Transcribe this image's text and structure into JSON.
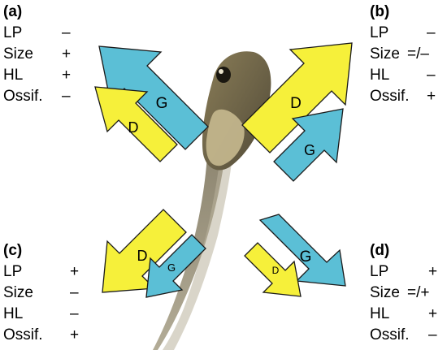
{
  "panels": {
    "a": {
      "label": "(a)",
      "rows": [
        {
          "var": "LP",
          "sign": "–"
        },
        {
          "var": "Size",
          "sign": "+"
        },
        {
          "var": "HL",
          "sign": "+"
        },
        {
          "var": "Ossif.",
          "sign": "–"
        }
      ]
    },
    "b": {
      "label": "(b)",
      "rows": [
        {
          "var": "LP",
          "sign": "–"
        },
        {
          "var": "Size",
          "sign": "=/–"
        },
        {
          "var": "HL",
          "sign": "–"
        },
        {
          "var": "Ossif.",
          "sign": "+"
        }
      ]
    },
    "c": {
      "label": "(c)",
      "rows": [
        {
          "var": "LP",
          "sign": "+"
        },
        {
          "var": "Size",
          "sign": "–"
        },
        {
          "var": "HL",
          "sign": "–"
        },
        {
          "var": "Ossif.",
          "sign": "+"
        }
      ]
    },
    "d": {
      "label": "(d)",
      "rows": [
        {
          "var": "LP",
          "sign": "+"
        },
        {
          "var": "Size",
          "sign": "=/+"
        },
        {
          "var": "HL",
          "sign": "+"
        },
        {
          "var": "Ossif.",
          "sign": "–"
        }
      ]
    }
  },
  "arrows": {
    "a_g": "G",
    "a_d": "D",
    "b_d": "D",
    "b_g": "G",
    "c_d": "D",
    "c_g": "G",
    "d_g": "G",
    "d_d": "D"
  },
  "colors": {
    "G": "#5bbfd6",
    "D": "#f6f03a",
    "outline": "#1a1a1a"
  }
}
